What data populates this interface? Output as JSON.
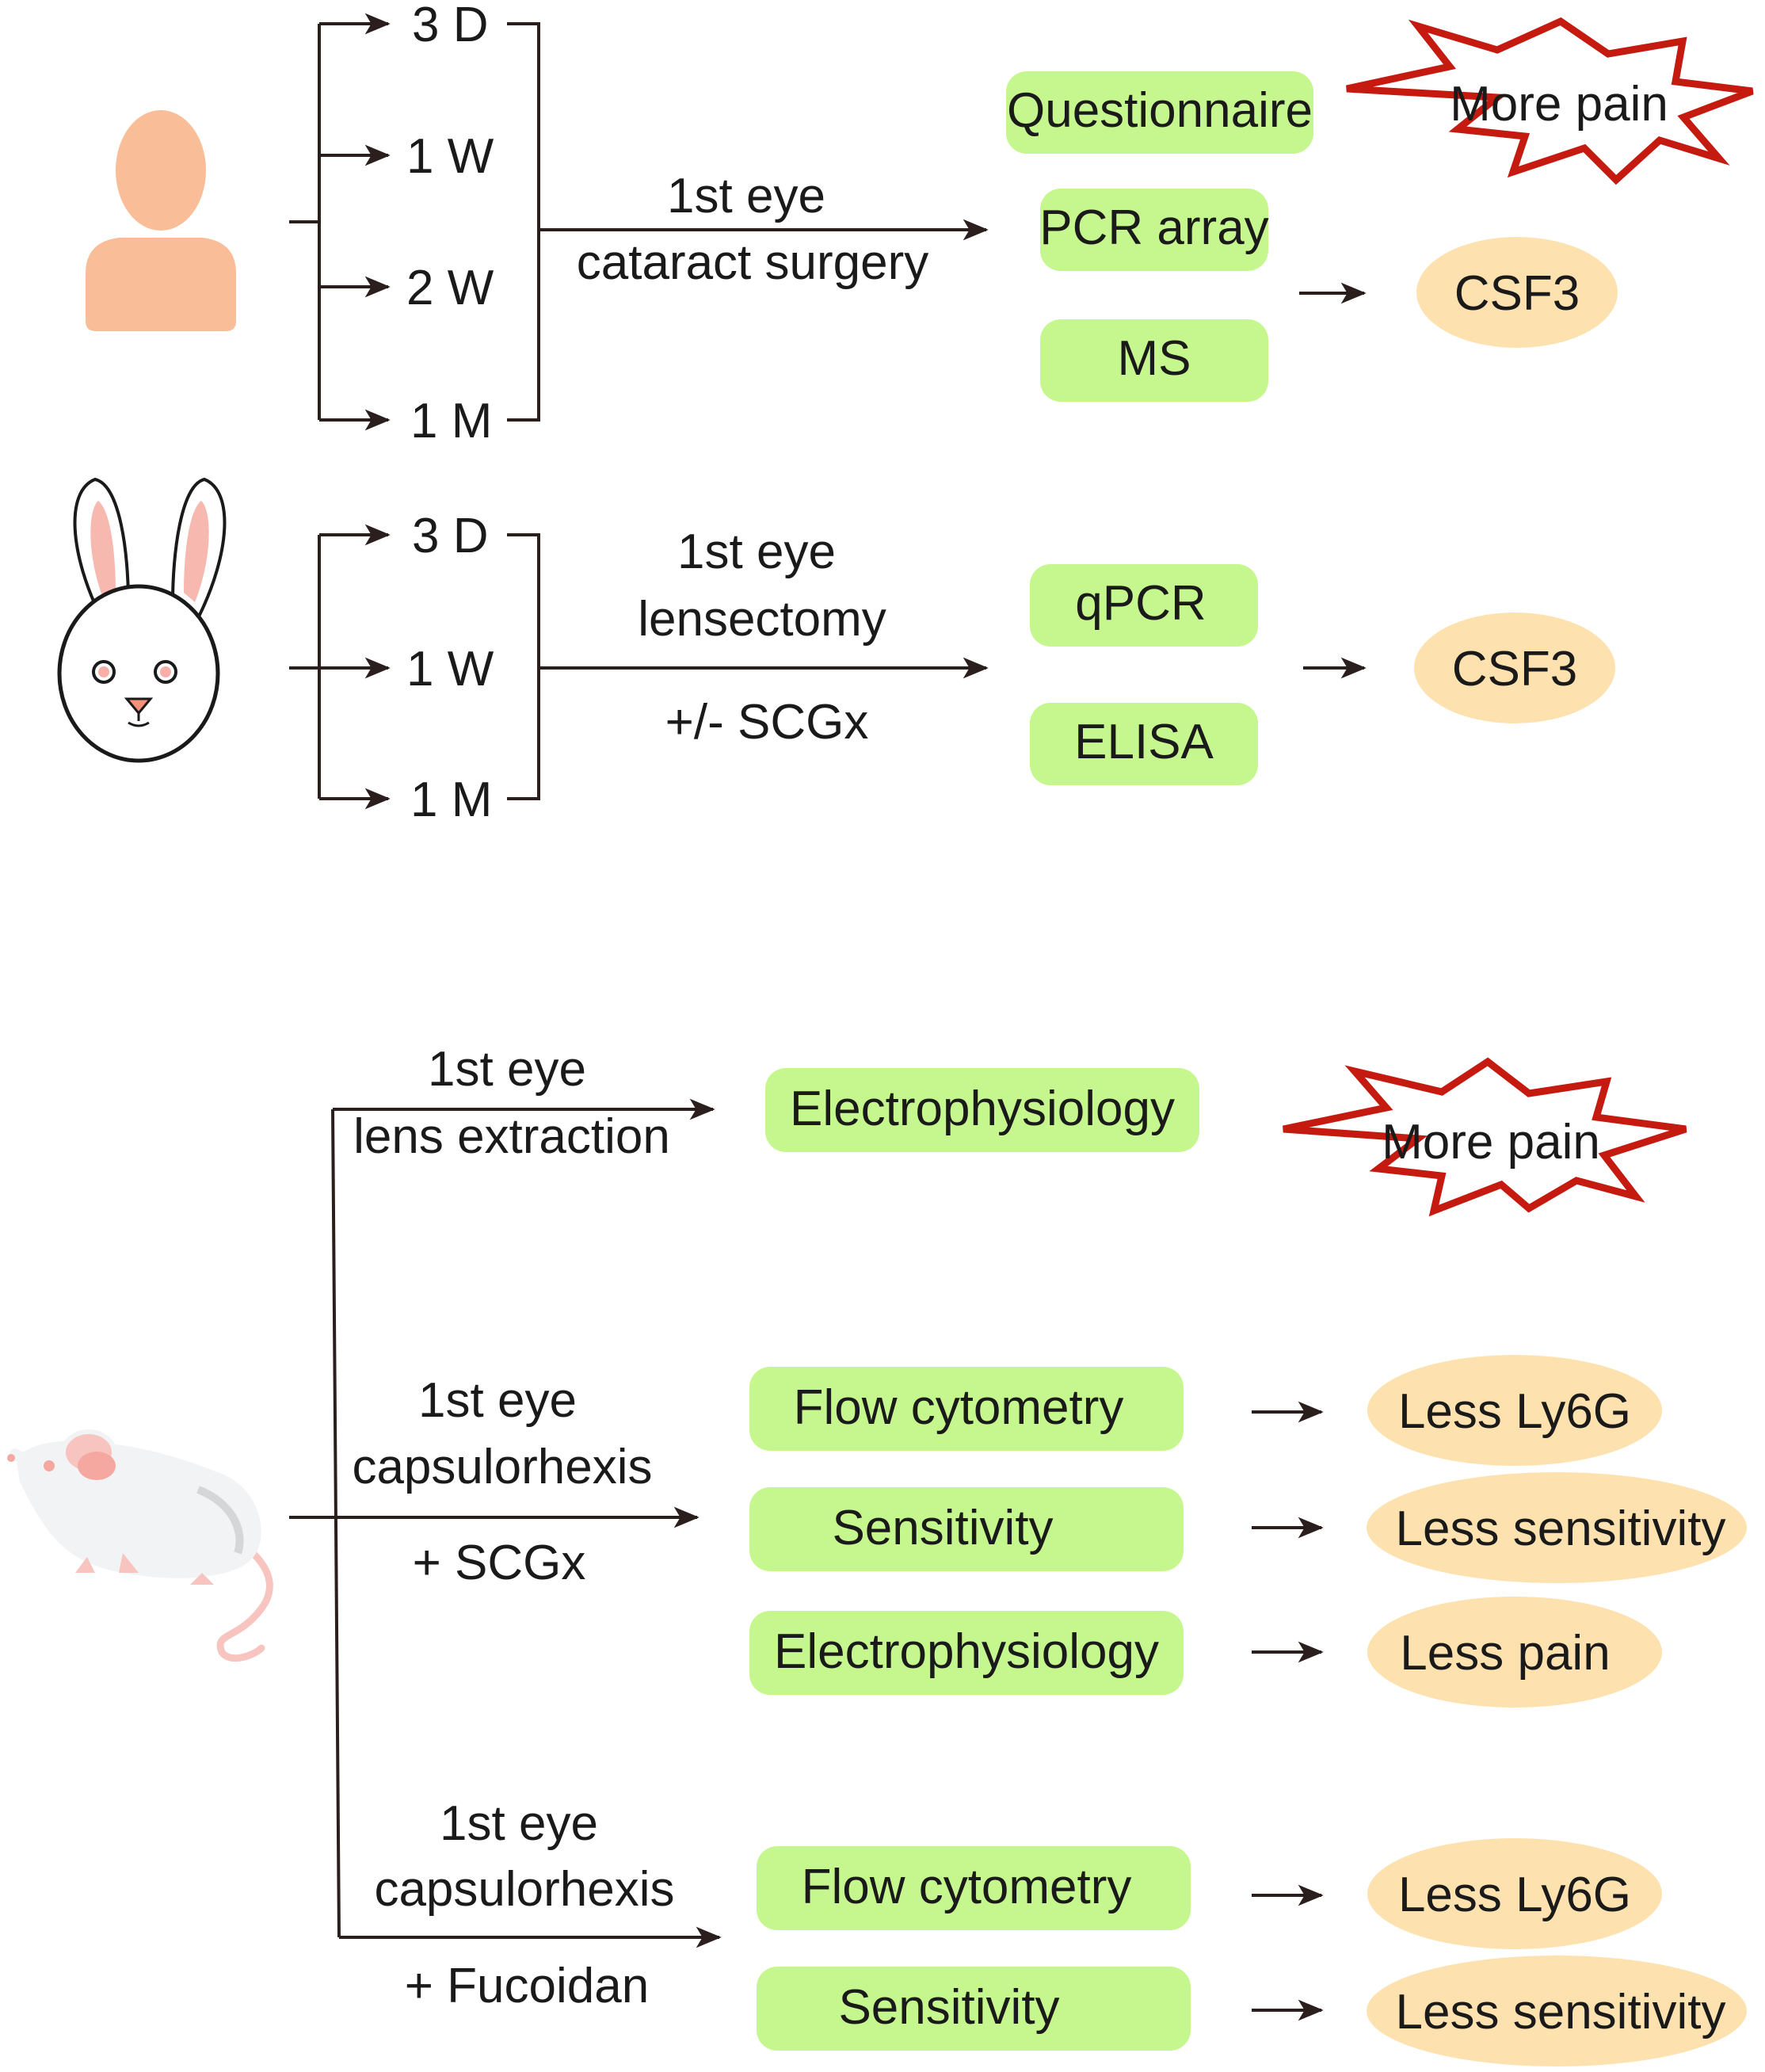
{
  "human_panel": {
    "timepoints": [
      "3 D",
      "1 W",
      "2 W",
      "1 M"
    ],
    "procedure_line1": "1st eye",
    "procedure_line2": "cataract surgery",
    "assays": [
      "Questionnaire",
      "PCR array",
      "MS"
    ],
    "result": "CSF3",
    "outcome_badge": "More pain"
  },
  "rabbit_panel": {
    "timepoints": [
      "3 D",
      "1 W",
      "1 M"
    ],
    "procedure_line1": "1st eye",
    "procedure_line2": "lensectomy",
    "procedure_condition": "+/- SCGx",
    "assays": [
      "qPCR",
      "ELISA"
    ],
    "result": "CSF3"
  },
  "mouse_panel": {
    "branch1": {
      "procedure_line1": "1st eye",
      "procedure_line2": "lens extraction",
      "assay": "Electrophysiology",
      "outcome_badge": "More pain"
    },
    "branch2": {
      "procedure_line1": "1st eye",
      "procedure_line2": "capsulorhexis",
      "procedure_condition": "+ SCGx",
      "assays": [
        "Flow cytometry",
        "Sensitivity",
        "Electrophysiology"
      ],
      "results": [
        "Less Ly6G",
        "Less sensitivity",
        "Less pain"
      ]
    },
    "branch3": {
      "procedure_line1": "1st eye",
      "procedure_line2": "capsulorhexis",
      "procedure_condition": "+ Fucoidan",
      "assays": [
        "Flow cytometry",
        "Sensitivity"
      ],
      "results": [
        "Less Ly6G",
        "Less sensitivity"
      ]
    }
  },
  "colors": {
    "assay_box": "#c6f78e",
    "result_ellipse": "#fde2b0",
    "badge_outline": "#c41a0f",
    "line": "#2a1f1c",
    "human_icon": "#f9bd97"
  },
  "icons": [
    "human-silhouette-icon",
    "rabbit-face-icon",
    "mouse-icon"
  ]
}
